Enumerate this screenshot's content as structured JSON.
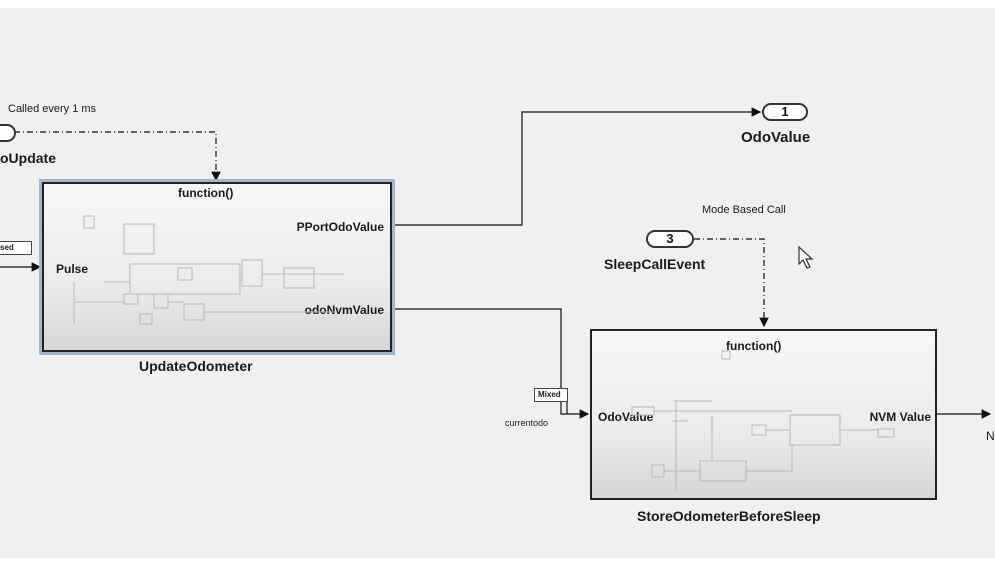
{
  "annotations": {
    "called_every": "Called every 1 ms",
    "mode_based_call": "Mode Based Call"
  },
  "inports": {
    "left_partial_label": "oUpdate",
    "sleep_number": "3",
    "sleep_label": "SleepCallEvent"
  },
  "outports": {
    "odo_number": "1",
    "odo_label": "OdoValue",
    "right_partial_label": "N"
  },
  "update_block": {
    "trigger": "function()",
    "in_port": "Pulse",
    "out_port_1": "PPortOdoValue",
    "out_port_2": "odoNvmValue",
    "name": "UpdateOdometer"
  },
  "store_block": {
    "trigger": "function()",
    "in_port": "OdoValue",
    "out_port": "NVM Value",
    "name": "StoreOdometerBeforeSleep"
  },
  "tags": {
    "left_tag": "sed",
    "mixed_tag": "Mixed",
    "currentodo": "currentodo"
  },
  "colors": {
    "canvas": "#f0f0f0",
    "wire": "#111111",
    "selection": "#9fb6cf"
  }
}
